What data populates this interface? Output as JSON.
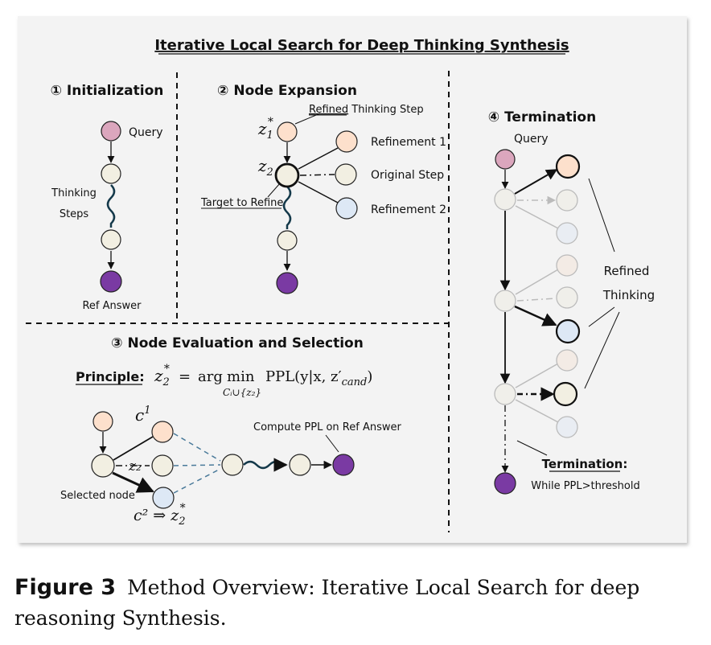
{
  "title": "Iterative Local Search for Deep Thinking Synthesis",
  "panel1": {
    "heading": "① Initialization",
    "query": "Query",
    "thinking": "Thinking",
    "steps": "Steps",
    "ref_answer": "Ref Answer"
  },
  "panel2": {
    "heading": "② Node Expansion",
    "refined_word": "Refined",
    "refined_rest": " Thinking Step",
    "z1_base": "z",
    "z1_sup": "*",
    "z1_sub": "1",
    "z2_base": "z",
    "z2_sub": "2",
    "target": "Target to Refine",
    "refinement1": "Refinement 1",
    "original": "Original Step",
    "refinement2": "Refinement 2"
  },
  "panel3": {
    "heading": "③ Node Evaluation and Selection",
    "principle": "Principle:",
    "eq_lhs_base": "z",
    "eq_lhs_sup": "*",
    "eq_lhs_sub": "2",
    "eq_eq": "=",
    "eq_arg": "arg",
    "eq_min": "min",
    "eq_min_sub": "Cᵢ∪{z₂}",
    "eq_rhs": "PPL(y|x, z′",
    "eq_rhs_sub": "cand",
    "eq_close": ")",
    "c1_base": "c",
    "c1_sup": "1",
    "z2_label": "z₂",
    "compute": "Compute PPL on Ref Answer",
    "selected": "Selected node",
    "c2_text": "c² ⇒ z",
    "c2_sup": "*",
    "c2_sub": "2"
  },
  "panel4": {
    "heading": "④ Termination",
    "query": "Query",
    "refined": "Refined",
    "thinking": "Thinking",
    "termination": "Termination:",
    "while": "While PPL>threshold"
  },
  "caption": {
    "label": "Figure 3",
    "text": "Method Overview: Iterative Local Search for deep reasoning Synthesis."
  },
  "colors": {
    "background": "#f3f3f3",
    "query": "#dba6bd",
    "step": "#f2efe2",
    "answer": "#7a3aa3",
    "refined": "#fde0cc",
    "refinement2": "#dde8f5",
    "faded_step": "#f0efea",
    "wavy": "#14394a",
    "dashed_link": "#4a7a9a"
  }
}
